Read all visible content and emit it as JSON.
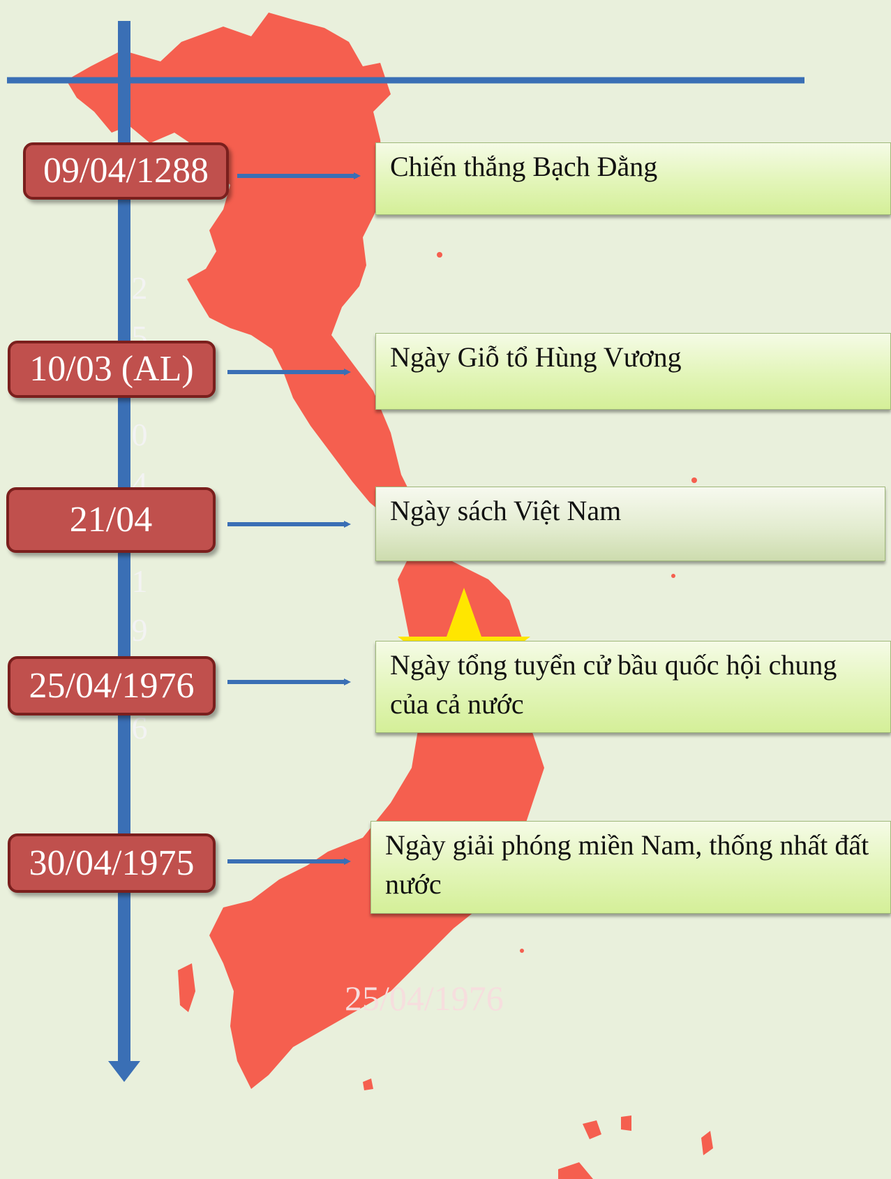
{
  "timeline": {
    "entries": [
      {
        "date": "09/04/1288",
        "event": "Chiến thắng Bạch Đằng"
      },
      {
        "date": "10/03 (AL)",
        "event": "Ngày Giỗ tổ Hùng Vương"
      },
      {
        "date": "21/04",
        "event": "Ngày sách Việt Nam"
      },
      {
        "date": "25/04/1976",
        "event": "Ngày tổng tuyển cử bầu quốc hội chung của cả nước"
      },
      {
        "date": "30/04/1975",
        "event": "Ngày giải phóng miền Nam, thống nhất đất nước"
      }
    ]
  },
  "vertical_digits": [
    "2",
    "5",
    "0",
    "4",
    "1",
    "9",
    "6"
  ],
  "footer_date": "25/04/1976",
  "colors": {
    "background": "#e9f0dc",
    "map_fill": "#f55f4f",
    "axis_blue": "#3a6fb5",
    "date_box": "#c0504d",
    "event_box": "#e2f5b8",
    "star": "#ffe600"
  }
}
